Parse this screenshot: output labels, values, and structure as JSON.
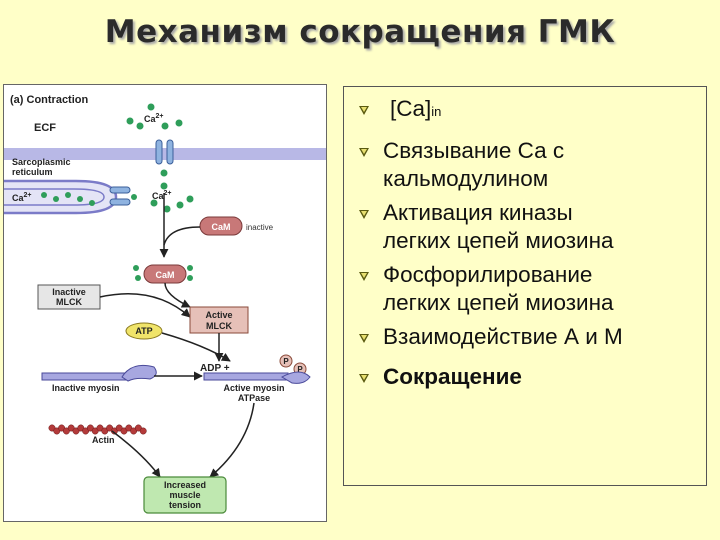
{
  "slide": {
    "title": "Механизм сокращения ГМК"
  },
  "figure": {
    "panel_label": "(a) Contraction",
    "ecf": "ECF",
    "sr_label_1": "Sarcoplasmic",
    "sr_label_2": "reticulum",
    "ca_top": "Ca",
    "ca_top_sup": "2+",
    "ca_left": "Ca",
    "ca_left_sup": "2+",
    "ca_mid": "Ca",
    "ca_mid_sup": "2+",
    "cam_inactive": "CaM",
    "inactive_word": "inactive",
    "cam_active": "CaM",
    "inactive_mlck_1": "Inactive",
    "inactive_mlck_2": "MLCK",
    "active_mlck_1": "Active",
    "active_mlck_2": "MLCK",
    "atp": "ATP",
    "adp": "ADP +",
    "p1": "P",
    "p2": "P",
    "inactive_myosin": "Inactive myosin",
    "active_myosin_1": "Active myosin",
    "active_myosin_2": "ATPase",
    "actin": "Actin",
    "result_1": "Increased",
    "result_2": "muscle",
    "result_3": "tension",
    "colors": {
      "membrane": "#b8b8e6",
      "receptor": "#8fb3e0",
      "ca_ion": "#2f9e5a",
      "cam": "#c87878",
      "mlck": "#e6c0b8",
      "atp": "#f0e46a",
      "myosin": "#a7a7e0",
      "actin": "#b33a3a",
      "result": "#bfe8b0"
    }
  },
  "bullets": [
    {
      "text": "[Ca]",
      "sub": "in",
      "bold": false
    },
    {
      "text": "Связывание Са с",
      "bold": false
    },
    {
      "text": "кальмодулином",
      "bold": false,
      "continuation": true
    },
    {
      "text": "Активация киназы",
      "bold": false
    },
    {
      "text": "легких цепей миозина",
      "bold": false,
      "continuation": true
    },
    {
      "text": "Фосфорилирование",
      "bold": false
    },
    {
      "text": "легких цепей миозина",
      "bold": false,
      "continuation": true
    },
    {
      "text": "Взаимодействие А и М",
      "bold": false
    },
    {
      "text": "Сокращение",
      "bold": true
    }
  ]
}
